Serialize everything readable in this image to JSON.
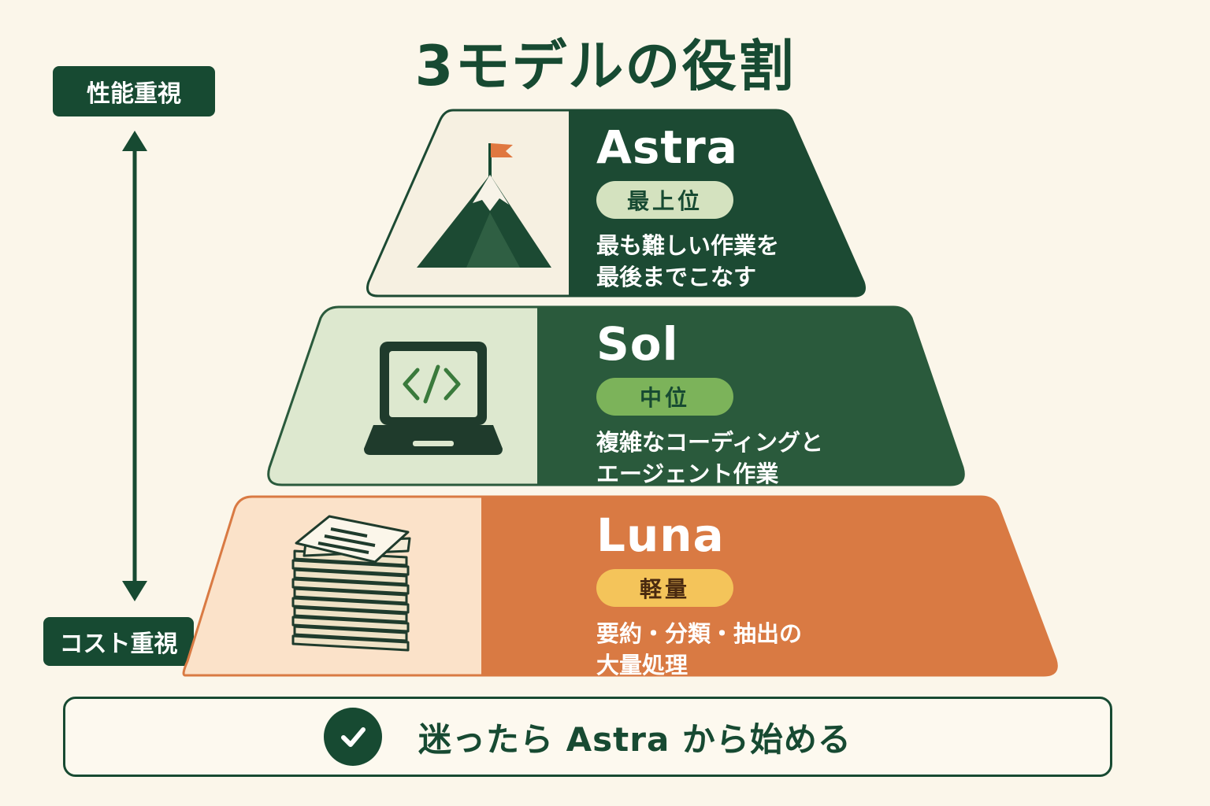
{
  "title": "3モデルの役割",
  "axis": {
    "top_label": "性能重視",
    "bottom_label": "コスト重視"
  },
  "tiers": [
    {
      "name": "Astra",
      "badge": "最上位",
      "description": "最も難しい作業を\n最後までこなす",
      "icon": "mountain-flag-icon",
      "main_color": "#1c4a33",
      "light_color": "#f6f0e1",
      "badge_bg": "#d4e2bf",
      "badge_text_color": "#174a32"
    },
    {
      "name": "Sol",
      "badge": "中位",
      "description": "複雑なコーディングと\nエージェント作業",
      "icon": "laptop-code-icon",
      "main_color": "#2a5a3c",
      "light_color": "#dde8cf",
      "badge_bg": "#7cb35a",
      "badge_text_color": "#174a32"
    },
    {
      "name": "Luna",
      "badge": "軽量",
      "description": "要約・分類・抽出の\n大量処理",
      "icon": "document-stack-icon",
      "main_color": "#d97a43",
      "light_color": "#fbe2c9",
      "badge_bg": "#f4c45a",
      "badge_text_color": "#4a2a10"
    }
  ],
  "recommendation": {
    "text": "迷ったら Astra から始める",
    "icon": "checkmark-icon"
  }
}
